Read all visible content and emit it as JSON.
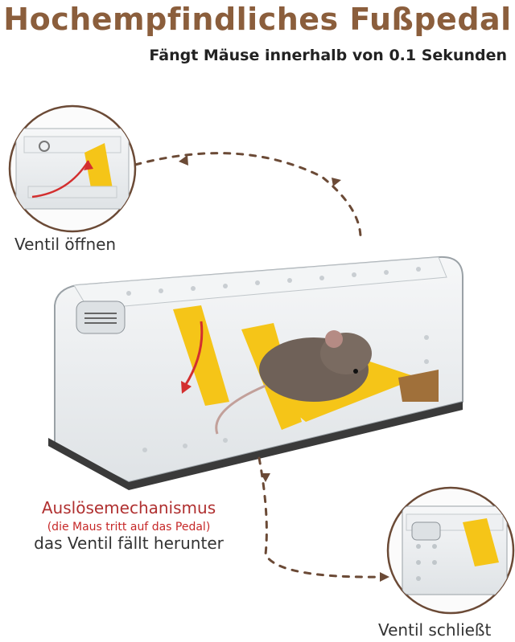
{
  "title": "Hochempfindliches Fußpedal",
  "subtitle": "Fängt Mäuse innerhalb von 0.1 Sekunden",
  "labels": {
    "valve_open": "Ventil öffnen",
    "mechanism": "Auslösemechanismus",
    "mechanism_note": "(die Maus tritt auf das Pedal)",
    "valve_falls": "das Ventil fällt herunter",
    "valve_closes": "Ventil schließt"
  },
  "colors": {
    "title": "#8b5e3c",
    "accent_yellow": "#f5c518",
    "arrow_brown": "#6b4a36",
    "note_red": "#c62828"
  }
}
